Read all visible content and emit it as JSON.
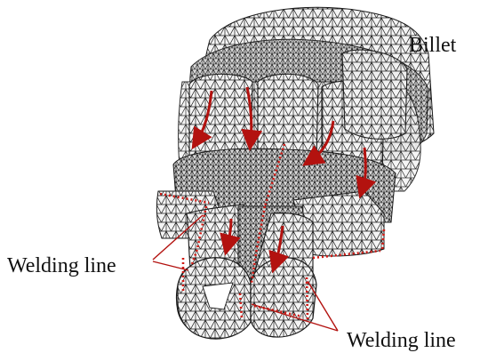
{
  "labels": {
    "billet": "Billet",
    "welding_line_left": "Welding line",
    "welding_line_bottom": "Welding line"
  },
  "colors": {
    "mesh": "#1a1a1a",
    "mesh_fill": "#f4f4f4",
    "flow_arrow": "#b3120f",
    "weld_dots": "#d11a14",
    "leader_line": "#b3120f",
    "text": "#111111"
  }
}
